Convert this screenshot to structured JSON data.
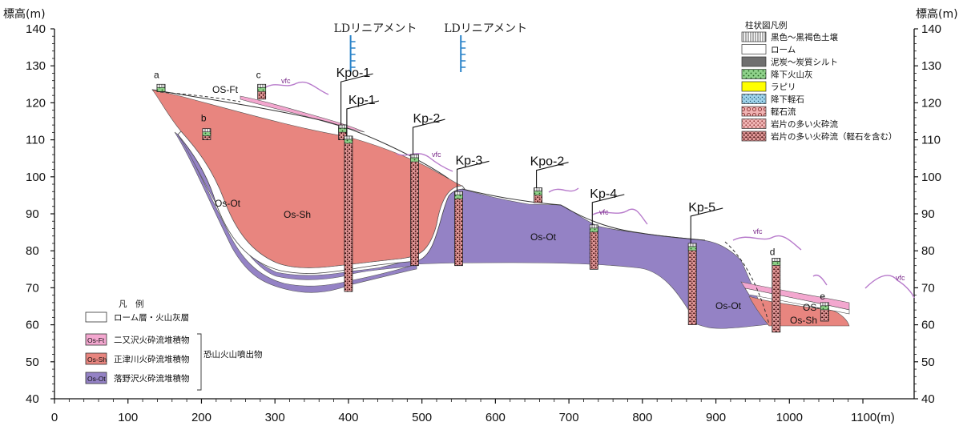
{
  "axis": {
    "y_label_left": "標高(m)",
    "y_label_right": "標高(m)",
    "x_unit": "1100(m)",
    "y_ticks": [
      "140",
      "130",
      "120",
      "110",
      "100",
      "90",
      "80",
      "70",
      "60",
      "50",
      "40"
    ],
    "x_ticks": [
      "0",
      "100",
      "200",
      "300",
      "400",
      "500",
      "600",
      "700",
      "800",
      "900",
      "1000"
    ]
  },
  "lineaments": [
    {
      "label": "LDリニアメント",
      "x_m": 440
    },
    {
      "label": "LDリニアメント",
      "x_m": 590
    }
  ],
  "units": {
    "os_ft_upper": "OS-Ft",
    "os_sh": "Os-Sh",
    "os_ot_left": "Os-Ot",
    "os_ot_mid": "Os-Ot",
    "os_ot_right": "Os-Ot",
    "os_ft_right": "OS-Ft",
    "os_sh_right": "Os-Sh"
  },
  "boreholes": [
    {
      "id": "a",
      "label": "a",
      "x_m": 145,
      "top_m": 125
    },
    {
      "id": "b",
      "label": "b",
      "x_m": 207,
      "top_m": 113
    },
    {
      "id": "c",
      "label": "c",
      "x_m": 282,
      "top_m": 125
    },
    {
      "id": "kpo1",
      "label": "Kpo-1",
      "x_m": 392,
      "top_m": 114
    },
    {
      "id": "kp1",
      "label": "Kp-1",
      "x_m": 400,
      "top_m": 111
    },
    {
      "id": "kp2",
      "label": "Kp-2",
      "x_m": 490,
      "top_m": 106
    },
    {
      "id": "kp3",
      "label": "Kp-3",
      "x_m": 550,
      "top_m": 96
    },
    {
      "id": "kpo2",
      "label": "Kpo-2",
      "x_m": 658,
      "top_m": 97
    },
    {
      "id": "kp4",
      "label": "Kp-4",
      "x_m": 734,
      "top_m": 87
    },
    {
      "id": "kp5",
      "label": "Kp-5",
      "x_m": 868,
      "top_m": 82
    },
    {
      "id": "d",
      "label": "d",
      "x_m": 982,
      "top_m": 78
    },
    {
      "id": "e",
      "label": "e",
      "x_m": 1048,
      "top_m": 66
    }
  ],
  "vfc_label": "vfc",
  "column_legend": {
    "title": "柱状図凡例",
    "items": [
      {
        "label": "黒色～黒褐色土壌",
        "pattern": "vlines",
        "color": "#ffffff"
      },
      {
        "label": "ローム",
        "pattern": "plain",
        "color": "#ffffff"
      },
      {
        "label": "泥炭～炭質シルト",
        "pattern": "solid",
        "color": "#6f6f6f"
      },
      {
        "label": "降下火山灰",
        "pattern": "dots-green",
        "color": "#8fd18a"
      },
      {
        "label": "ラピリ",
        "pattern": "solid",
        "color": "#ffff00"
      },
      {
        "label": "降下軽石",
        "pattern": "dots-blue",
        "color": "#9fd3ea"
      },
      {
        "label": "軽石流",
        "pattern": "rings",
        "color": "#f0b3b3"
      },
      {
        "label": "岩片の多い火砕流",
        "pattern": "dots-pink",
        "color": "#f0b3b3"
      },
      {
        "label": "岩片の多い火砕流（軽石を含む）",
        "pattern": "dots-dark",
        "color": "#f0b3b3"
      }
    ]
  },
  "legend": {
    "title": "凡　例",
    "loam": "ローム層・火山灰層",
    "group_label": "恐山火山噴出物",
    "items": [
      {
        "code": "Os-Ft",
        "label": "二又沢火砕流堆積物",
        "color": "#f3a7cf"
      },
      {
        "code": "Os-Sh",
        "label": "正津川火砕流堆積物",
        "color": "#e8857f"
      },
      {
        "code": "Os-Ot",
        "label": "落野沢火砕流堆積物",
        "color": "#9482c5"
      }
    ]
  },
  "colors": {
    "os_ot": "#9482c5",
    "os_sh": "#e8857f",
    "os_ft": "#f3a7cf",
    "vfc_line": "#b77acb",
    "lineament": "#2a83c9"
  }
}
